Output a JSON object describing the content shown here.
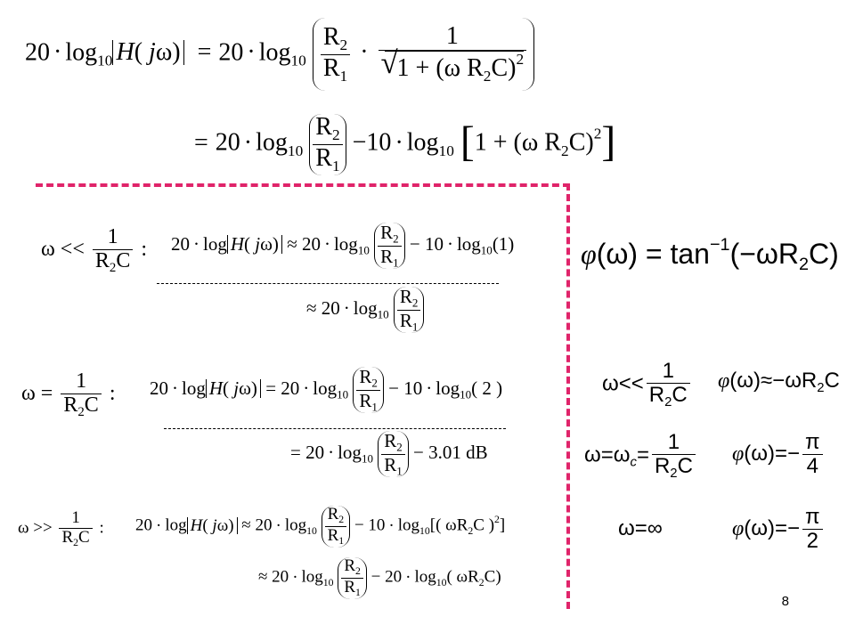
{
  "page": {
    "number": "8"
  },
  "symbols": {
    "omega": "ω",
    "phi": "φ",
    "pi": "π",
    "inf": "∞",
    "approx": "≈",
    "dot": "·"
  },
  "lines": {
    "l1_lhs": "20·log",
    "l1_j": "H(jω)",
    "l1_rhs": "= 20·log",
    "l2_rhs": "= 20·log",
    "l2_minus": "−10·log",
    "l2_bracket": "1 + (ωR₂C)²",
    "case1_cond": "ω <<",
    "case1_expr_a": "20·log|H(jω)| ≈ 20·log",
    "case1_expr_b": "− 10·log",
    "case1_arg": "(1)",
    "case1_line2": "≈ 20·log",
    "case2_cond": "ω =",
    "case2_expr_a": "20·log|H(jω)| = 20·log",
    "case2_expr_b": "− 10·log",
    "case2_arg": "( 2 )",
    "case2_line2": "= 20·log",
    "case2_db": "− 3.01 dB",
    "case3_cond": "ω >>",
    "case3_expr_a": "20·log|H(jω)| ≈ 20·log",
    "case3_expr_b": "− 10·log",
    "case3_arg": "[(ωR₂C)²]",
    "case3_line2": "≈ 20·log",
    "case3_line2_b": "− 20·log",
    "case3_line2_arg": "(ωR₂C)",
    "phase_main": "φ(ω) = tan⁻¹(−ωR₂C)",
    "phase1_cond": "ω <<",
    "phase1_val": "φ(ω) ≈ −ωR₂C",
    "phase2_cond": "ω = ω",
    "phase2_val": "φ(ω) = −",
    "phase3_cond": "ω = ∞",
    "phase3_val": "φ(ω) = −"
  },
  "colors": {
    "divider": "#e0246a"
  }
}
